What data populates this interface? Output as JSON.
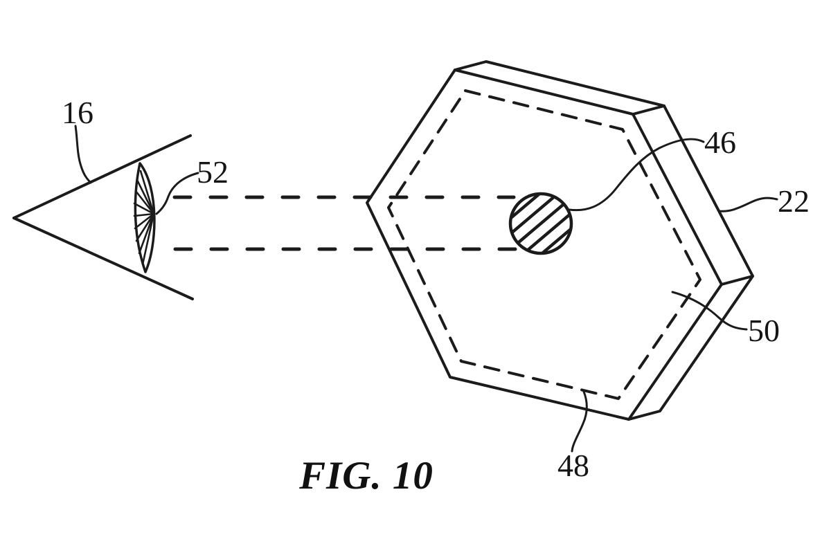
{
  "figure": {
    "caption": "FIG. 10",
    "labels": {
      "eye": "16",
      "lens": "52",
      "aperture": "46",
      "housing": "22",
      "inner_surface": "50",
      "edge": "48"
    },
    "colors": {
      "ink": "#1b1b1b",
      "background": "#ffffff"
    }
  }
}
